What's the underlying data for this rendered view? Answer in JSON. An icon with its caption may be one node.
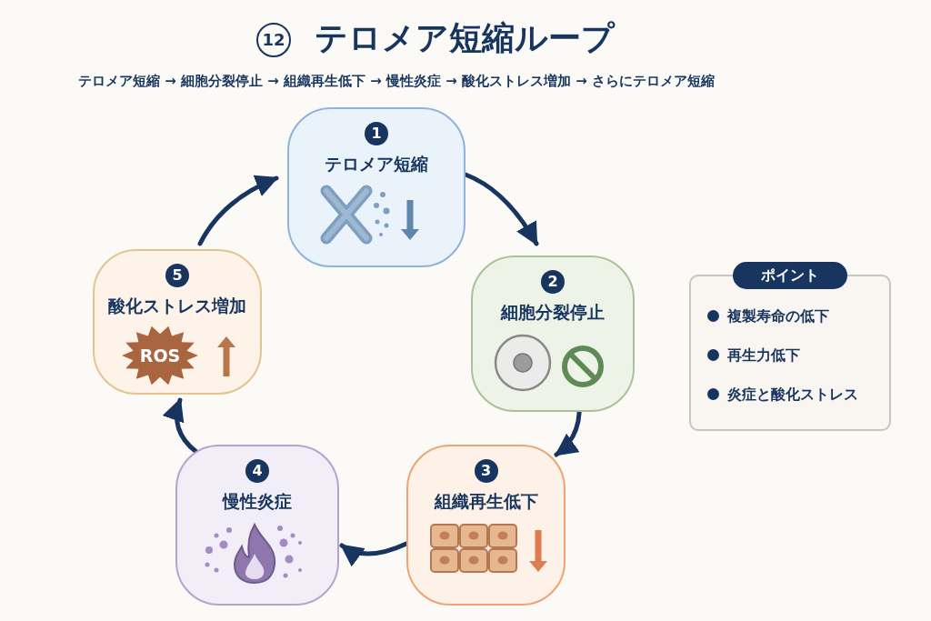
{
  "diagram": {
    "title": "テロメア短縮ループ",
    "nodes": [
      {
        "text": [
          "1",
          "テロメア短縮"
        ]
      },
      {
        "text": [
          "2",
          "細胞分裂停止"
        ]
      },
      {
        "text": [
          "3",
          "組織再生低下"
        ]
      },
      {
        "text": [
          "4",
          "慢性炎症"
        ]
      },
      {
        "text": [
          "5",
          "酸化ストレス増加"
        ]
      },
      {
        "text": [
          "ROS"
        ],
        "in": 4
      },
      {
        "text": [
          "ポイント",
          "複製寿命の低下",
          "再生力低下",
          "炎症と酸化ストレス"
        ]
      }
    ],
    "edges": [
      {
        "from": 0,
        "to": 1,
        "arrow": "to"
      },
      {
        "from": 1,
        "to": 2,
        "arrow": "to"
      },
      {
        "from": 2,
        "to": 3,
        "arrow": "to"
      },
      {
        "from": 3,
        "to": 4,
        "arrow": "to"
      },
      {
        "from": 4,
        "to": 0,
        "arrow": "to"
      }
    ],
    "labels": [
      "12",
      "テロメア短縮 → 細胞分裂停止 → 組織再生低下 → 慢性炎症 → 酸化ストレス増加 → さらにテロメア短縮"
    ]
  }
}
